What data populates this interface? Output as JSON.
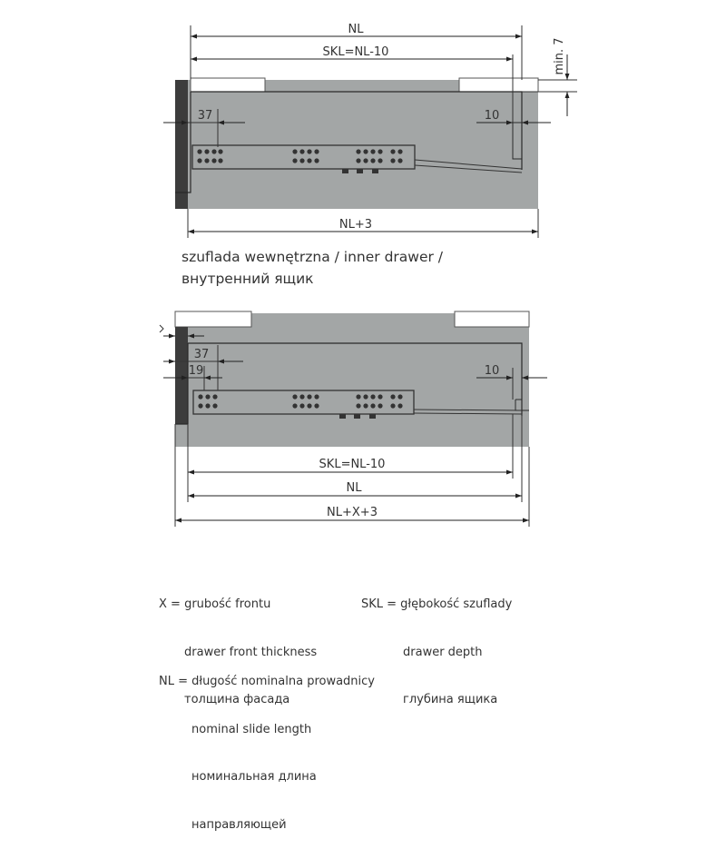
{
  "diagram1": {
    "dim_top": "NL",
    "dim_skl": "SKL=NL-10",
    "dim_min": "min. 7",
    "dim_left": "37",
    "dim_right": "10",
    "dim_bottom": "NL+3"
  },
  "caption": {
    "line1": "szuflada wewnętrzna / inner drawer /",
    "line2": "внутренний ящик"
  },
  "diagram2": {
    "dim_37": "37",
    "dim_19": "19",
    "dim_right": "10",
    "dim_skl": "SKL=NL-10",
    "dim_nl": "NL",
    "dim_total": "NL+X+3"
  },
  "legend": {
    "x": [
      "X = grubość frontu",
      "drawer front thickness",
      "толщина фасада"
    ],
    "skl": [
      "SKL = głębokość szuflady",
      "drawer depth",
      "глубина ящика"
    ],
    "nl": [
      "NL = długość nominalna prowadnicy",
      "nominal slide length",
      "номинальная длина",
      "направляющей"
    ]
  },
  "colors": {
    "cabinet": "#a3a6a6",
    "front": "#3c3c3c",
    "line": "#2a2a2a",
    "text": "#333333"
  }
}
